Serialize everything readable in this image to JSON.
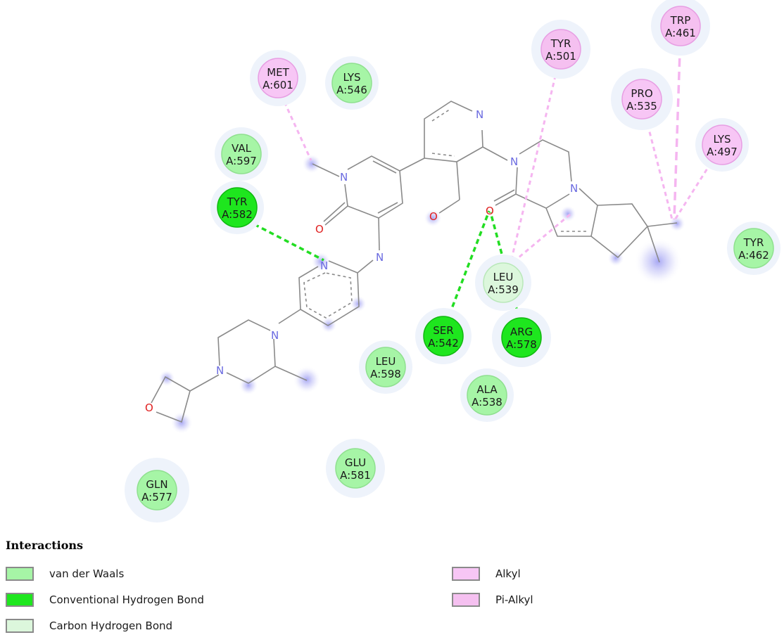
{
  "colors": {
    "van_der_waals": "#a6f5a6",
    "conventional_hbond": "#1ee61e",
    "carbon_hbond": "#dcf7dc",
    "alkyl": "#f7c6f5",
    "pi_alkyl": "#f5c0f0"
  },
  "residues": [
    {
      "name": "MET",
      "id": "A:601",
      "type": "alkyl"
    },
    {
      "name": "LYS",
      "id": "A:546",
      "type": "van_der_waals"
    },
    {
      "name": "VAL",
      "id": "A:597",
      "type": "van_der_waals"
    },
    {
      "name": "TYR",
      "id": "A:582",
      "type": "conventional_hbond"
    },
    {
      "name": "TYR",
      "id": "A:501",
      "type": "pi_alkyl"
    },
    {
      "name": "TRP",
      "id": "A:461",
      "type": "pi_alkyl"
    },
    {
      "name": "PRO",
      "id": "A:535",
      "type": "alkyl"
    },
    {
      "name": "LYS",
      "id": "A:497",
      "type": "alkyl"
    },
    {
      "name": "TYR",
      "id": "A:462",
      "type": "van_der_waals"
    },
    {
      "name": "LEU",
      "id": "A:539",
      "type": "carbon_hbond"
    },
    {
      "name": "SER",
      "id": "A:542",
      "type": "conventional_hbond"
    },
    {
      "name": "ARG",
      "id": "A:578",
      "type": "conventional_hbond"
    },
    {
      "name": "LEU",
      "id": "A:598",
      "type": "van_der_waals"
    },
    {
      "name": "ALA",
      "id": "A:538",
      "type": "van_der_waals"
    },
    {
      "name": "GLU",
      "id": "A:581",
      "type": "van_der_waals"
    },
    {
      "name": "GLN",
      "id": "A:577",
      "type": "van_der_waals"
    }
  ],
  "atoms": {
    "nitrogen": "N",
    "oxygen": "O"
  },
  "legend": {
    "title": "Interactions",
    "items": [
      {
        "label": "van der Waals",
        "type": "van_der_waals"
      },
      {
        "label": "Conventional Hydrogen Bond",
        "type": "conventional_hbond"
      },
      {
        "label": "Carbon Hydrogen Bond",
        "type": "carbon_hbond"
      },
      {
        "label": "Alkyl",
        "type": "alkyl"
      },
      {
        "label": "Pi-Alkyl",
        "type": "pi_alkyl"
      }
    ]
  }
}
